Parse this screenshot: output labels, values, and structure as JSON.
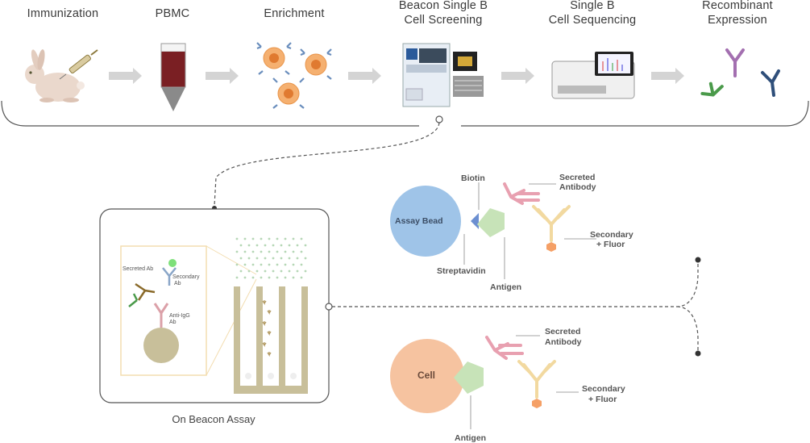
{
  "workflow": {
    "steps": [
      {
        "label": "Immunization"
      },
      {
        "label": "PBMC"
      },
      {
        "label": "Enrichment"
      },
      {
        "label_line1": "Beacon Single B",
        "label_line2": "Cell Screening"
      },
      {
        "label_line1": "Single B",
        "label_line2": "Cell Sequencing"
      },
      {
        "label_line1": "Recombinant",
        "label_line2": "Expression"
      }
    ]
  },
  "assay_panel": {
    "caption": "On Beacon Assay",
    "labels": {
      "secreted_ab": "Secreted Ab",
      "secondary_ab_1": "Secondary",
      "secondary_ab_2": "Ab",
      "anti_igg_1": "Anti-IgG",
      "anti_igg_2": "Ab"
    }
  },
  "bead_assay": {
    "bead": "Assay Bead",
    "biotin": "Biotin",
    "streptavidin": "Streptavidin",
    "antigen": "Antigen",
    "secreted_1": "Secreted",
    "secreted_2": "Antibody",
    "secondary_1": "Secondary",
    "secondary_2": "+ Fluor"
  },
  "cell_assay": {
    "cell": "Cell",
    "antigen": "Antigen",
    "secreted_1": "Secreted",
    "secreted_2": "Antibody",
    "secondary_1": "Secondary",
    "secondary_2": "+ Fluor"
  },
  "colors": {
    "bead": "#9fc4e8",
    "cell": "#f6c3a0",
    "antigen": "#c7e3b8",
    "secreted_ab": "#e8a0b0",
    "secondary_ab": "#f2d9a0",
    "fluor": "#f5a066",
    "chip": "#c8bf9a"
  }
}
